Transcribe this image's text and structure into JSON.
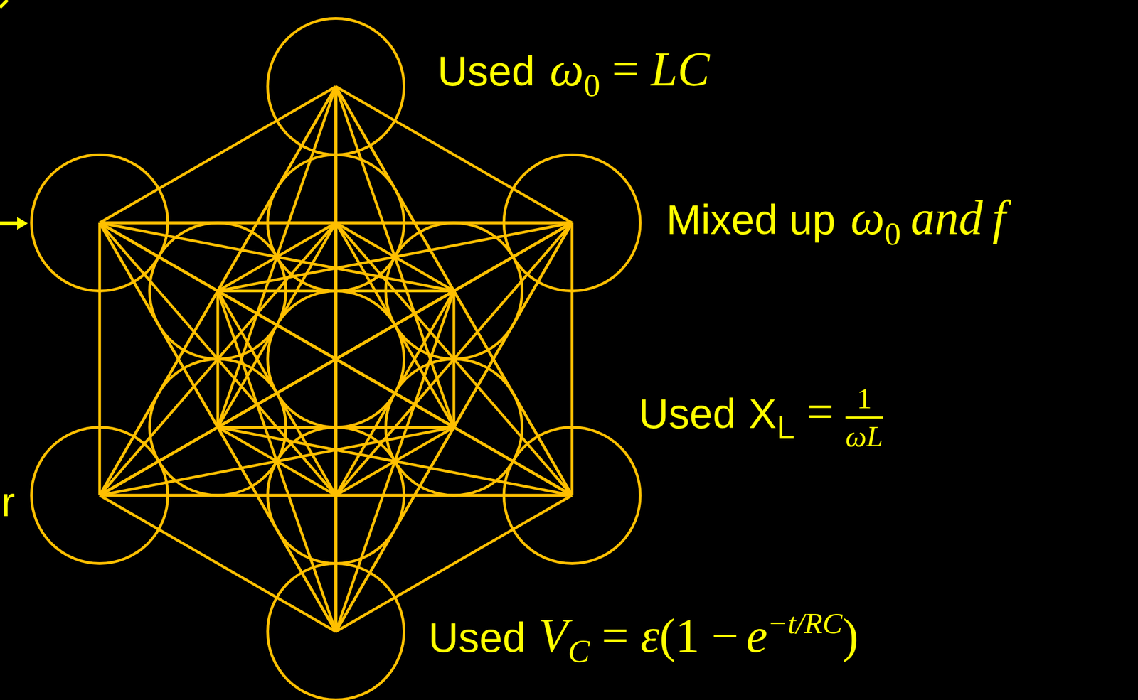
{
  "diagram": {
    "labels": [
      "Used",
      "ω",
      "0",
      "=",
      "LC",
      "Mixed up",
      "ω",
      "0",
      "and",
      "f",
      "Used",
      "X",
      "L",
      "=",
      "1",
      "ωL",
      "Used",
      "V",
      "C",
      "=",
      "ε",
      "(1 −",
      "e",
      "−t/RC",
      ")",
      "r"
    ]
  }
}
